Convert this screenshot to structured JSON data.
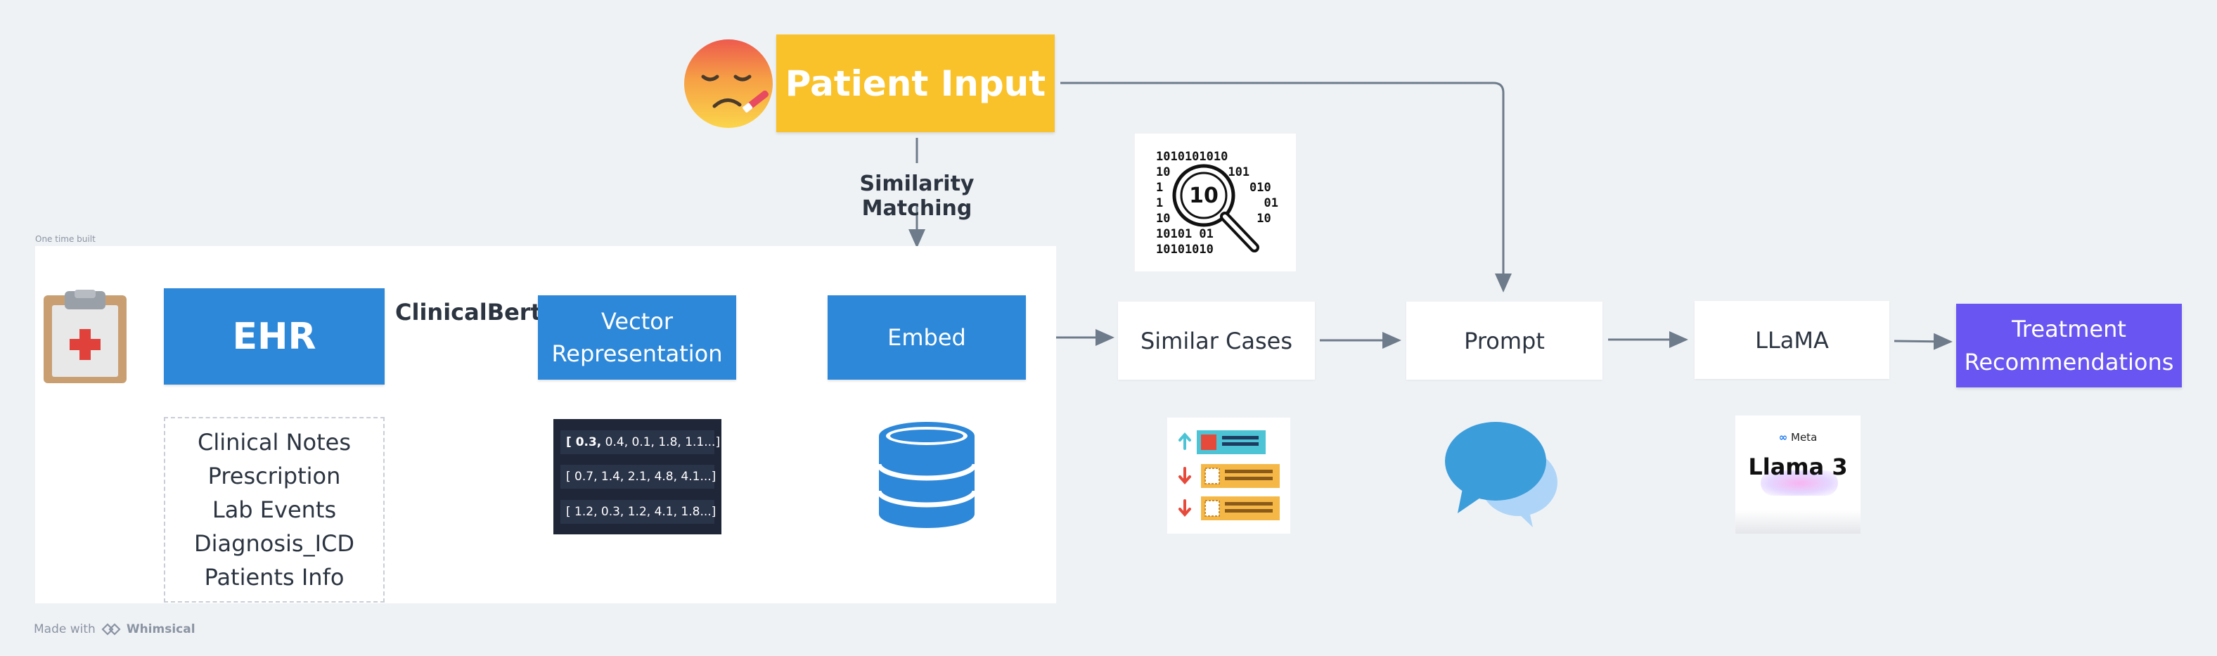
{
  "panel": {
    "caption": "One time built"
  },
  "nodes": {
    "patient_input": "Patient Input",
    "ehr": "EHR",
    "vector_line1": "Vector",
    "vector_line2": "Representation",
    "embed": "Embed",
    "similar_cases": "Similar Cases",
    "prompt": "Prompt",
    "llama": "LLaMA",
    "treatment_line1": "Treatment",
    "treatment_line2": "Recommendations"
  },
  "edge_labels": {
    "similarity_matching": "Similarity Matching",
    "clinicalbert": "ClinicalBert"
  },
  "ehr_sources": [
    "Clinical Notes",
    "Prescription",
    "Lab Events",
    "Diagnosis_ICD",
    "Patients Info"
  ],
  "vectors": [
    {
      "first": "[ 0.3,",
      "rest": " 0.4, 0.1, 1.8, 1.1...]"
    },
    {
      "first": "",
      "rest": "[ 0.7, 1.4, 2.1, 4.8, 4.1...]"
    },
    {
      "first": "",
      "rest": "[ 1.2, 0.3, 1.2, 4.1, 1.8...]"
    }
  ],
  "binary_art": [
    "1010101010",
    "10        101",
    "1            010",
    "1              01",
    "10            10",
    "10101 01",
    "10101010"
  ],
  "llama_card": {
    "brand": "Meta",
    "title": "Llama 3"
  },
  "footer": {
    "made_with": "Made with",
    "brand": "Whimsical"
  },
  "icons": [
    "sick-face-icon",
    "clipboard-icon",
    "database-icon",
    "binary-search-icon",
    "ranking-list-icon",
    "chat-bubbles-icon",
    "llama3-logo-icon"
  ],
  "colors": {
    "ehr_blue": "#2d88d9",
    "patient_yellow": "#fac22a",
    "treatment_purple": "#6956f2",
    "arrow": "#6e7b8b"
  }
}
